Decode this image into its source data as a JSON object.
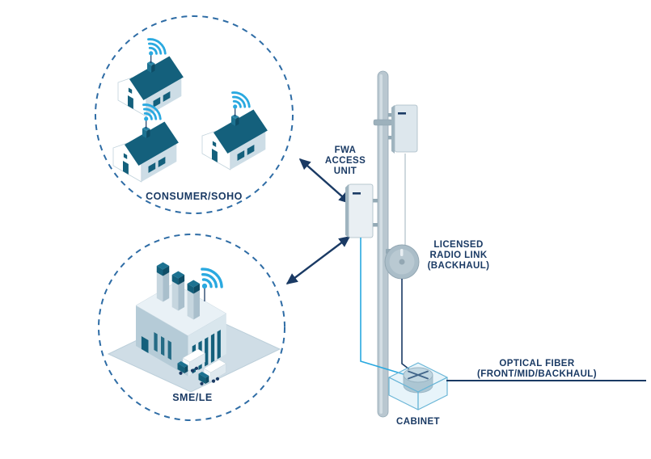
{
  "diagram": {
    "clusters": {
      "consumer": {
        "label": "CONSUMER/SOHO"
      },
      "sme": {
        "label": "SME/LE"
      }
    },
    "pole": {
      "fwa_unit": {
        "lines": [
          "FWA",
          "ACCESS",
          "UNIT"
        ]
      },
      "radio_link": {
        "lines": [
          "LICENSED",
          "RADIO LINK",
          "(BACKHAUL)"
        ]
      },
      "optical_fiber": {
        "lines": [
          "OPTICAL FIBER",
          "(FRONT/MID/BACKHAUL)"
        ]
      },
      "cabinet": {
        "label": "CABINET"
      }
    },
    "colors": {
      "navy": "#1a3a64",
      "teal": "#14607c",
      "teal_dark": "#0e4d66",
      "sky_blue": "#2aa9e0",
      "pole_gray": "#b9c7d0",
      "dashed_circle_blue": "#2e6ca5"
    }
  }
}
